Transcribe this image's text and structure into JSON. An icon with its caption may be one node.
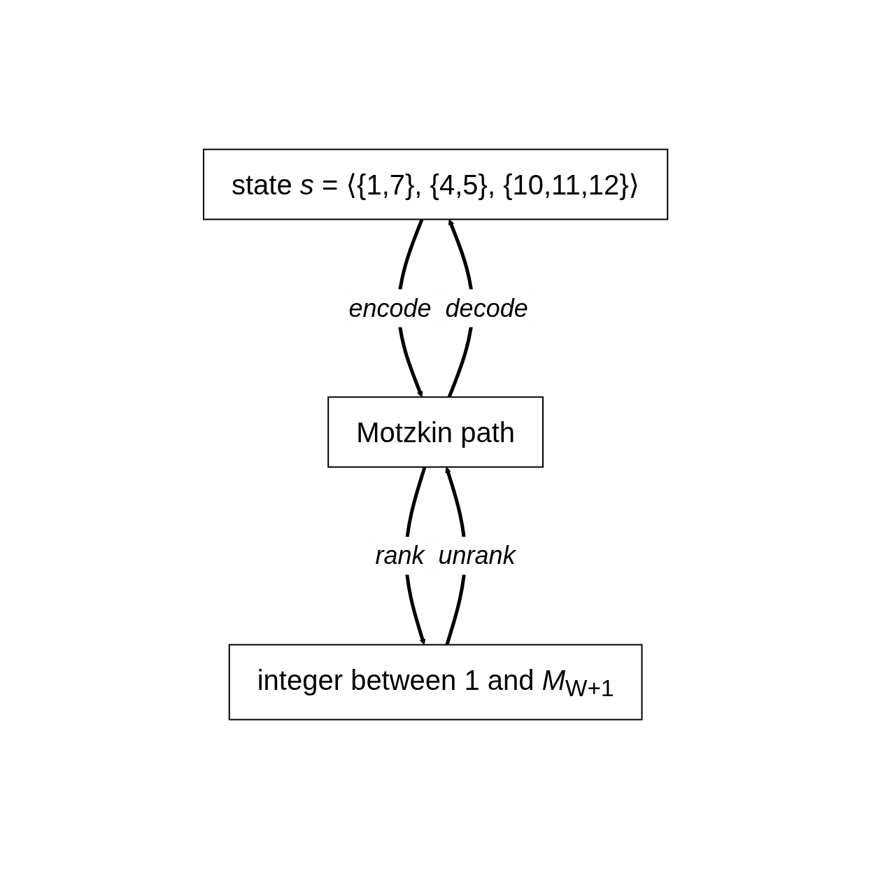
{
  "diagram": {
    "nodes": [
      {
        "text": [
          "state *s* = ⟨{1,7}, {4,5}, {10,11,12}⟩"
        ]
      },
      {
        "text": [
          "Motzkin path"
        ]
      },
      {
        "text": [
          "integer between 1 and *M*$_{W+1}$"
        ]
      }
    ],
    "edges": [
      {
        "from": 1,
        "to": 0,
        "arrow": "to",
        "label": "decode"
      },
      {
        "from": 0,
        "to": 1,
        "arrow": "to",
        "label": "encode"
      },
      {
        "from": 2,
        "to": 1,
        "arrow": "to",
        "label": "unrank"
      },
      {
        "from": 1,
        "to": 2,
        "arrow": "to",
        "label": "rank"
      }
    ]
  }
}
